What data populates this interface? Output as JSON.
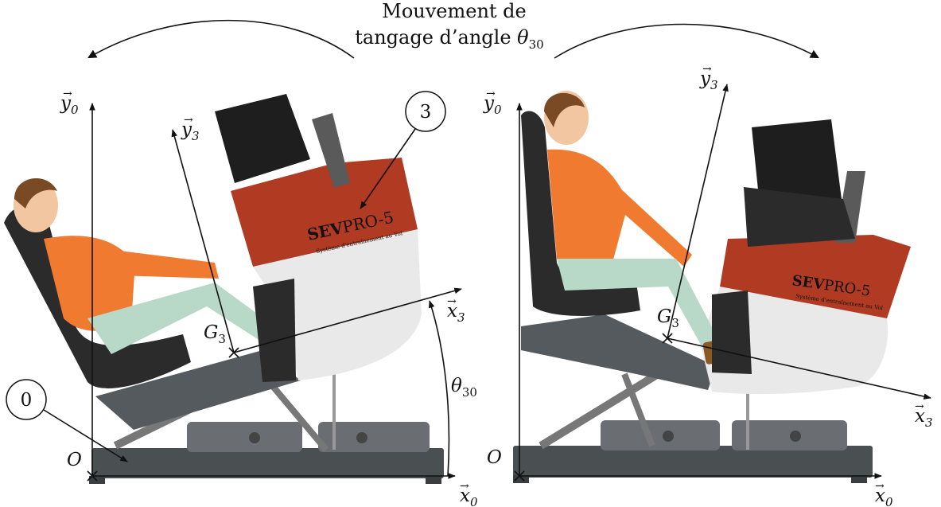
{
  "title": {
    "line1": "Mouvement de",
    "line2_prefix": "tangage d’angle ",
    "theta_symbol": "θ",
    "theta_sub": "30"
  },
  "left_panel": {
    "axis_y0": {
      "vec": "y",
      "sub": "0"
    },
    "axis_x0": {
      "vec": "x",
      "sub": "0"
    },
    "axis_y3": {
      "vec": "y",
      "sub": "3"
    },
    "axis_x3": {
      "vec": "x",
      "sub": "3"
    },
    "origin_label": "O",
    "point_label": {
      "main": "G",
      "sub": "3"
    },
    "angle_label": {
      "main": "θ",
      "sub": "30"
    },
    "callout_frame": "0",
    "callout_seat": "3",
    "brand_main": "SEV",
    "brand_sub": "PRO-5",
    "brand_tagline": "Système d'entraînement au Vol"
  },
  "right_panel": {
    "axis_y0": {
      "vec": "y",
      "sub": "0"
    },
    "axis_x0": {
      "vec": "x",
      "sub": "0"
    },
    "axis_y3": {
      "vec": "y",
      "sub": "3"
    },
    "axis_x3": {
      "vec": "x",
      "sub": "3"
    },
    "origin_label": "O",
    "point_label": {
      "main": "G",
      "sub": "3"
    },
    "brand_main": "SEV",
    "brand_sub": "PRO-5",
    "brand_tagline": "Système d'entraînement au Vol"
  },
  "colors": {
    "shell_red": "#b03a22",
    "shell_white": "#e9e9e9",
    "shirt_orange": "#f07a30",
    "pants_mint": "#b8d8c8",
    "skin": "#f2c6a0",
    "hair": "#7a4a25",
    "seat_black": "#2b2b2b",
    "frame_gray": "#555a5e",
    "base_gray": "#4a4f52"
  }
}
